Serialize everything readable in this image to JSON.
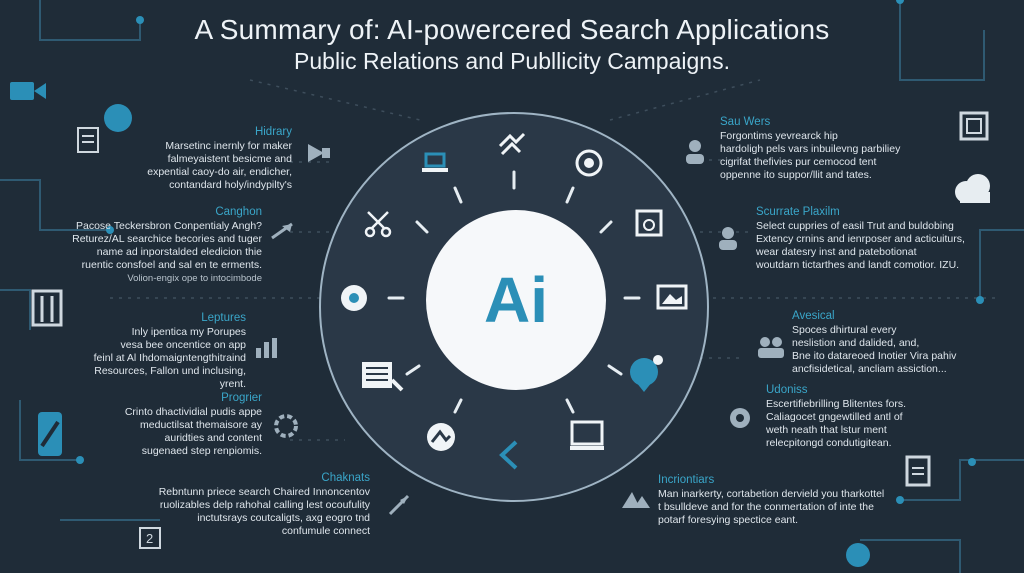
{
  "title": {
    "line1": "A Summary of: AI-powercered Search Applications",
    "line2": "Public Relations and Publlicity Campaigns."
  },
  "center": {
    "label": "Ai"
  },
  "left_blocks": [
    {
      "head": "Hidrary",
      "lines": [
        "Marsetinc inernly for maker",
        "falmeyaistent besicme and",
        "expential caoy-do air, endicher,",
        "contandard holy/indypilty's"
      ]
    },
    {
      "head": "Canghon",
      "lines": [
        "Pacose Teckersbron Conpentialy Angh?",
        "Returez/AL searchice becories and tuger",
        "name ad inporstalded eledicion thie",
        "ruentic consfoel and sal en te erments."
      ],
      "sub": "Volion-engix ope to intocimbode"
    },
    {
      "head": "Leptures",
      "lines": [
        "Inly ipentica my Porupes",
        "vesa bee oncentice on app",
        "feinl at Al Ihdomaigntengthitraind",
        "Resources, Fallon und inclusing, yrent."
      ]
    },
    {
      "head": "Progrier",
      "lines": [
        "Crinto dhactividial pudis appe",
        "meductilsat themaisore ay",
        "auridties and content",
        "sugenaed step renpiomis."
      ]
    },
    {
      "head": "Chaknats",
      "lines": [
        "Rebntunn priece search Chaired Innoncentov",
        "ruolizables delp rahohal calling lest ocoufulity",
        "inctutsrays coutcaligts, axg eogro tnd",
        "confumule connect"
      ]
    }
  ],
  "right_blocks": [
    {
      "head": "Sau Wers",
      "lines": [
        "Forgontims yevrearck hip",
        "hardoligh pels vars inbuilevng parbiliey",
        "cigrifat thefivies pur cemocod tent",
        "oppenne ito suppor/llit and tates."
      ]
    },
    {
      "head": "Scurrate Plaxilm",
      "lines": [
        "Select cuppries of easil Trut and buldobing",
        "Extency crnins and ienrposer and acticuiturs,",
        "wear datesry inst and patebotionat",
        "woutdarn tictarthes and landt comotior. IZU."
      ]
    },
    {
      "head": "Avesical",
      "lines": [
        "Spoces dhirtural every",
        "neslistion and dalided, and,",
        "Bne ito datareoed Inotier Vira pahiv",
        "ancfisidetical, ancliam assiction..."
      ]
    },
    {
      "head": "Udoniss",
      "lines": [
        "Escertifiebrilling Blitentes fors.",
        "Caliagocet gngewtilled antl of",
        "weth neath that lstur ment",
        "relecpitongd condutigitean."
      ]
    },
    {
      "head": "Incriontiars",
      "lines": [
        "Man inarkerty, cortabetion dervield you tharkottel",
        "t bsulldeve and for the conmertation of inte the",
        "potarf foresying spectice eant."
      ]
    }
  ],
  "colors": {
    "background": "#1f2c38",
    "accent": "#3aa6c9",
    "ring": "#9fb4c4",
    "core": "#f6f8fa"
  }
}
